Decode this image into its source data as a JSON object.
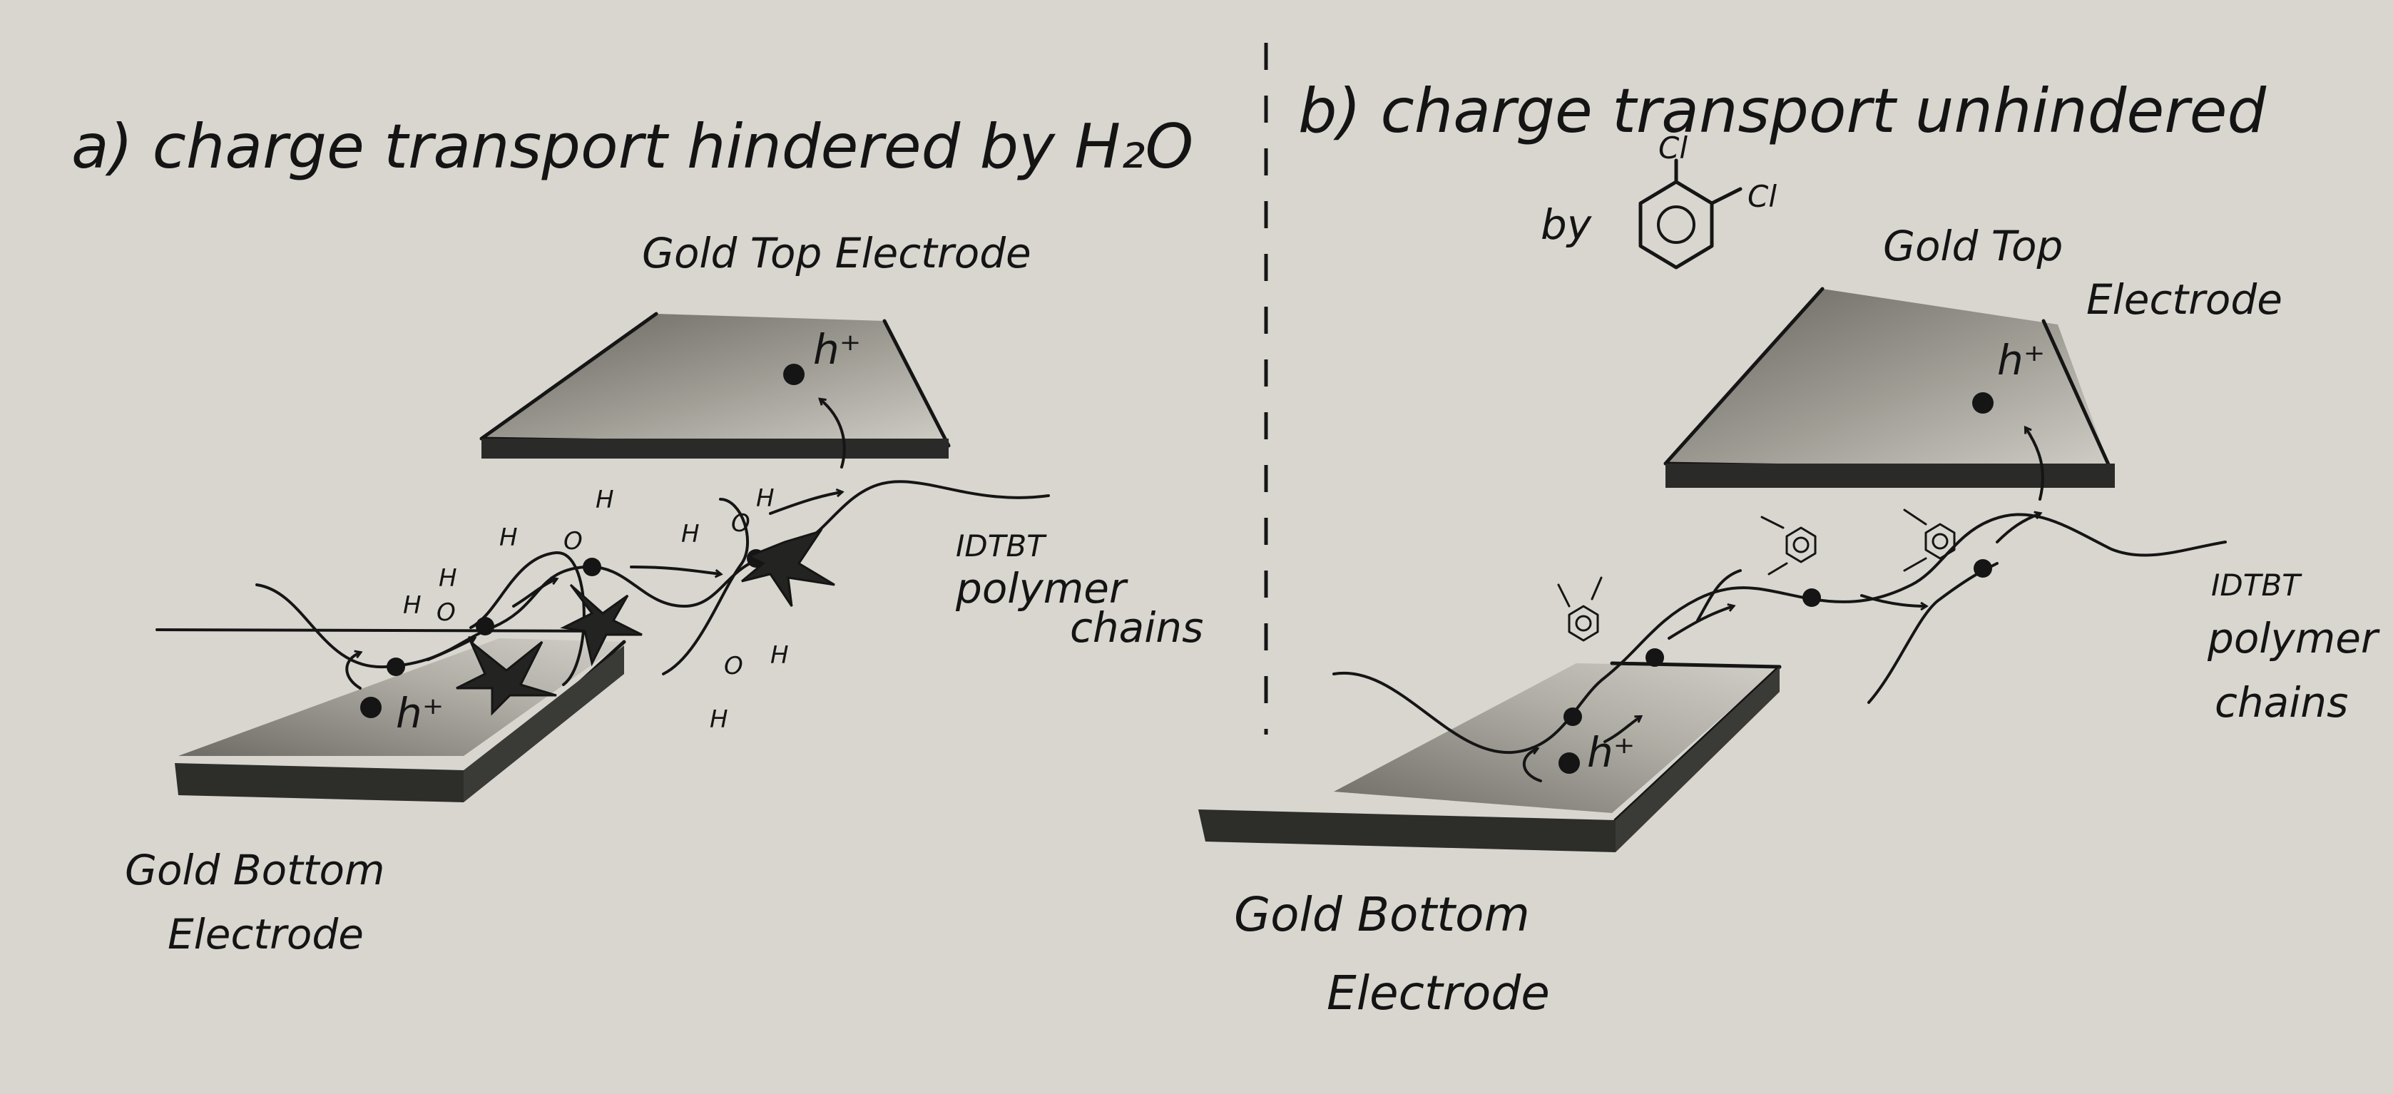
{
  "panel_a": {
    "title": "a) charge transport hindered by H₂O",
    "top_electrode": "Gold Top Electrode",
    "bottom_electrode_line1": "Gold Bottom",
    "bottom_electrode_line2": "Electrode",
    "chains_line1": "IDTBT",
    "chains_line2": "polymer",
    "chains_line3": "chains",
    "hole_label": "h⁺",
    "water_atom_h": "H",
    "water_atom_o": "O"
  },
  "panel_b": {
    "title_line1": "b) charge transport unhindered",
    "title_line2": "by",
    "cl_label": "Cl",
    "top_electrode_line1": "Gold Top",
    "top_electrode_line2": "Electrode",
    "bottom_electrode_line1": "Gold Bottom",
    "bottom_electrode_line2": "Electrode",
    "chains_line1": "IDTBT",
    "chains_line2": "polymer",
    "chains_line3": "chains",
    "hole_label": "h⁺"
  },
  "colors": {
    "paper": "#d8d6cf",
    "ink": "#151515",
    "graphite": "#6e6c66"
  }
}
